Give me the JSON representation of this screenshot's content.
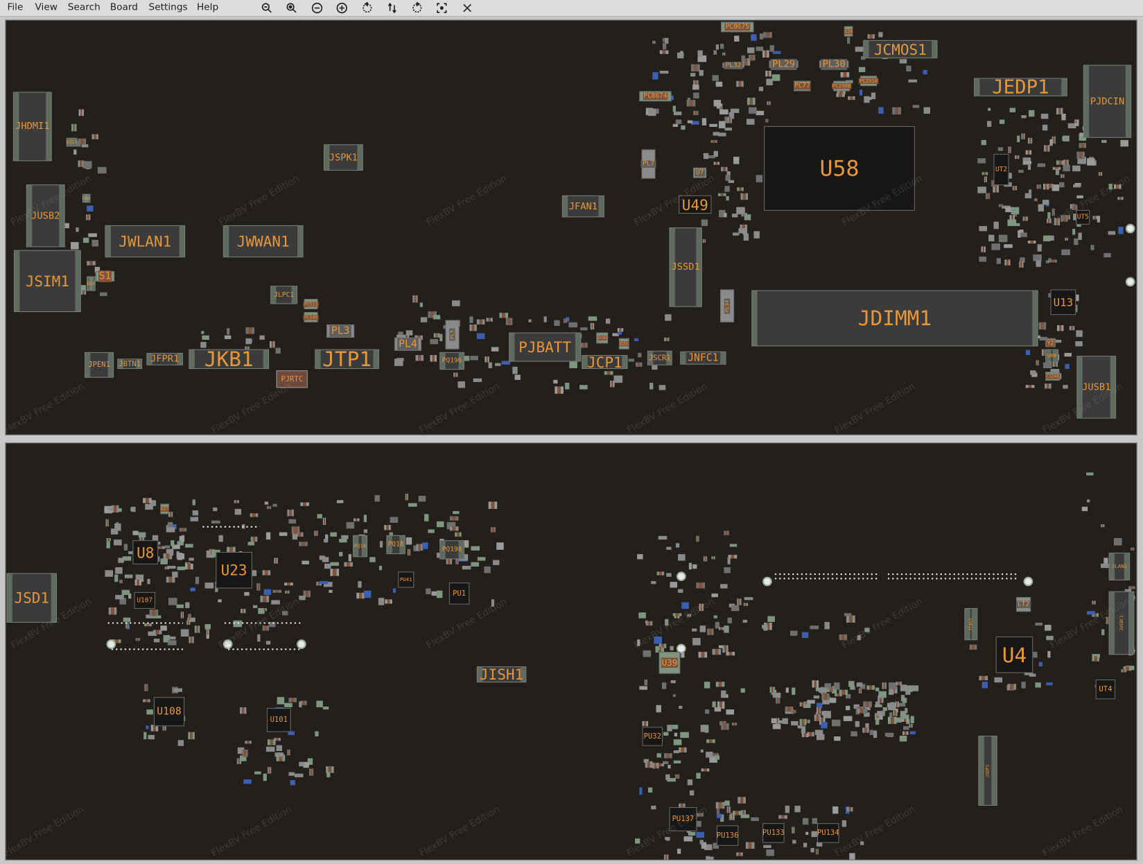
{
  "menu": [
    "File",
    "View",
    "Search",
    "Board",
    "Settings",
    "Help"
  ],
  "toolbar_icons": [
    "zoom-in-icon",
    "zoom-fit-icon",
    "zoom-minus-icon",
    "zoom-plus-icon",
    "rotate-ccw-icon",
    "flip-icon",
    "rotate-cw-icon",
    "center-icon",
    "close-icon"
  ],
  "watermark": "FlexBV Free Edition",
  "colors": {
    "board": "#23201b",
    "label": "#e6973a",
    "part_gray": "#8a8a8a",
    "part_green": "#7e957f",
    "pad_brown": "#80533c"
  },
  "components": {
    "JHDMI1": "JHDMI1",
    "JUSB2": "JUSB2",
    "JSIM1": "JSIM1",
    "JWLAN1": "JWLAN1",
    "JWWAN1": "JWWAN1",
    "JSPK1": "JSPK1",
    "JFAN1": "JFAN1",
    "U49": "U49",
    "JSSD1": "JSSD1",
    "U58": "U58",
    "JCMOS1": "JCMOS1",
    "JEDP1": "JEDP1",
    "PJDCIN": "PJDCIN",
    "UT2": "UT2",
    "UT5": "UT5",
    "JDIMM1": "JDIMM1",
    "U13": "U13",
    "JUSB1": "JUSB1",
    "JTP1": "JTP1",
    "JKB1": "JKB1",
    "JFPR1": "JFPR1",
    "JBTN1": "JBTN1",
    "JPEN1": "JPEN1",
    "PJRTC": "PJRTC",
    "PL3": "PL3",
    "PL4": "PL4",
    "PL5": "PL5",
    "PJBATT": "PJBATT",
    "JCP1": "JCP1",
    "JSCR1": "JSCR1",
    "JNFC1": "JNFC1",
    "PL29": "PL29",
    "PL30": "PL30",
    "PL32": "PL32",
    "PC8675": "PC8675",
    "PC8674": "PC8674",
    "PL7": "PL7",
    "PC77": "PC77",
    "PC2508": "PC2508",
    "PC2516": "PC2516",
    "PL34": "PL34",
    "S1": "S1",
    "JLPC1": "JLPC1",
    "PQ196": "PQ196",
    "U7": "U7",
    "D28": "D28",
    "D26": "D26",
    "D25": "D25",
    "Y2": "Y2",
    "U88": "U88",
    "C1248": "C1248",
    "PC511": "PC511",
    "PC140": "PC140",
    "D80": "D80",
    "D21": "D21",
    "D227": "D227",
    "JSD1": "JSD1",
    "U8": "U8",
    "U23": "U23",
    "U107": "U107",
    "U108": "U108",
    "U101": "U101",
    "JISH1": "JISH1",
    "PQ16": "PQ16",
    "PQ18": "PQ18",
    "PQ198": "PQ198",
    "PU41": "PU41",
    "PU1": "PU1",
    "D27": "D27",
    "U39": "U39",
    "U4": "U4",
    "UT4": "UT4",
    "JLAN1": "JLAN1",
    "JUSBC1": "JUSBC1",
    "LT2": "LT2",
    "JTAG1": "JTAG1",
    "JXDP1": "JXDP1",
    "PU32": "PU32",
    "PU137": "PU137",
    "PU136": "PU136",
    "PU133": "PU133",
    "PU134": "PU134"
  }
}
